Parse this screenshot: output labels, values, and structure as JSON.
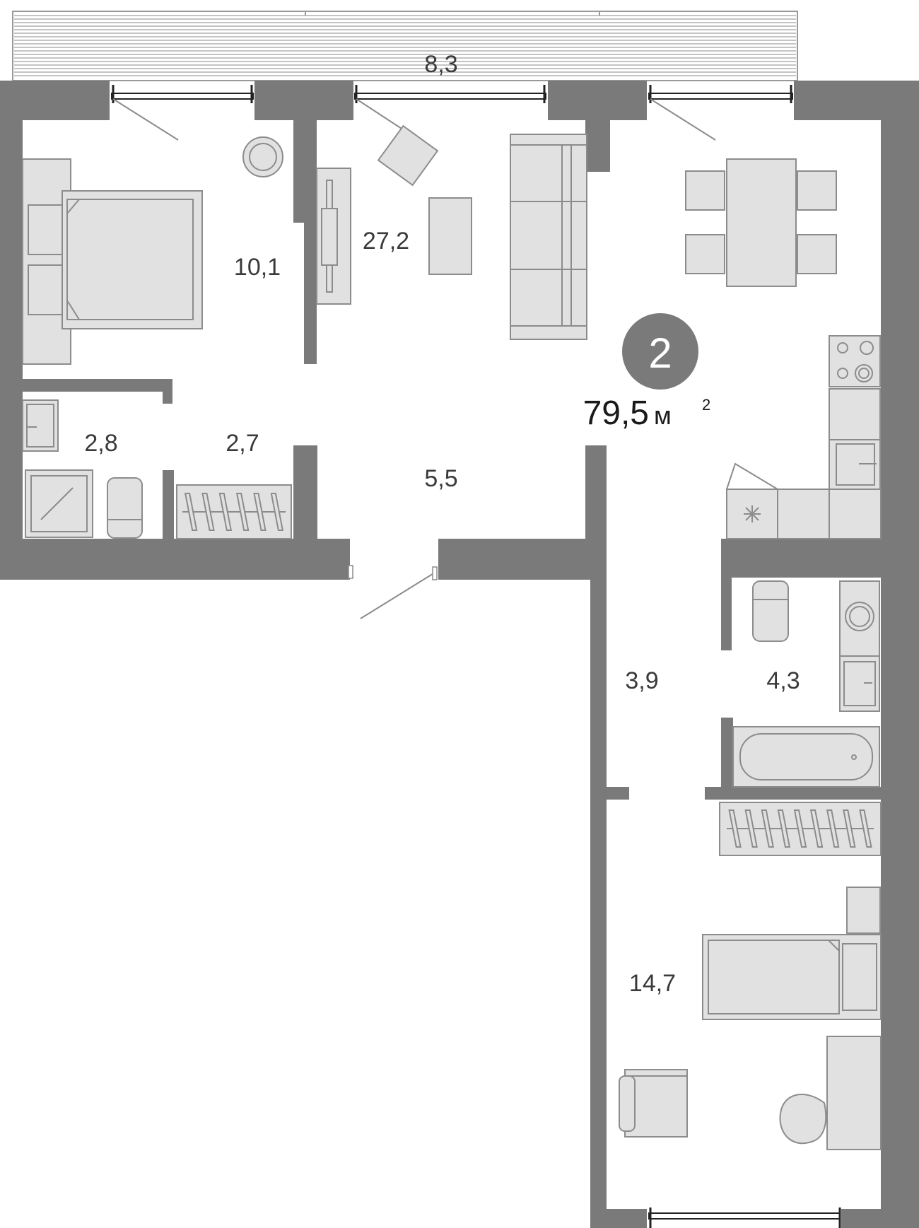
{
  "plan": {
    "rooms_count": "2",
    "total_area": "79,5",
    "total_area_unit": "м",
    "total_area_unit_sup": "2",
    "balcony_area": "8,3",
    "rooms": {
      "bedroom_area": "10,1",
      "living_kitchen_area": "27,2",
      "bathroom_small_area": "2,8",
      "closet_small_area": "2,7",
      "hallway_area": "5,5",
      "corridor_area": "3,9",
      "bathroom_large_area": "4,3",
      "bedroom_large_area": "14,7"
    }
  },
  "colors": {
    "wall": "#7a7a7a",
    "furniture": "#e1e1e1",
    "badge": "#7a7a7a"
  }
}
